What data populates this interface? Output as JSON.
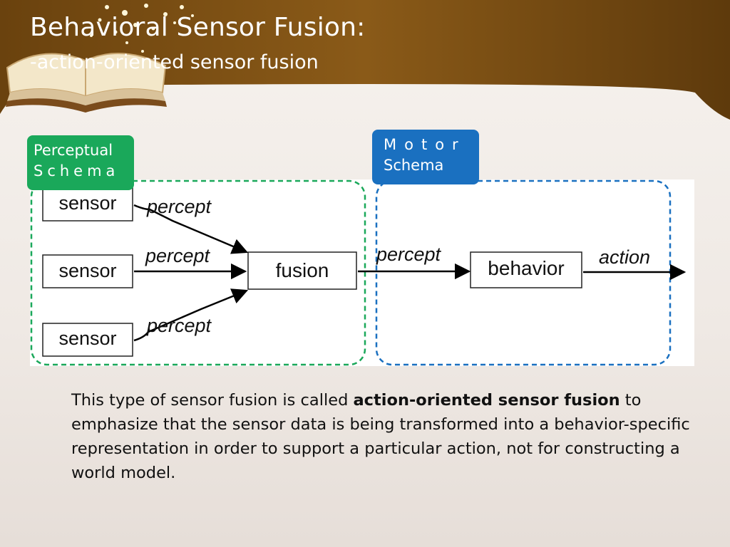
{
  "slide": {
    "title": "Behavioral Sensor Fusion:",
    "subtitle": "-action-oriented sensor fusion"
  },
  "schemas": {
    "perceptual": {
      "line1": "Perceptual",
      "line2": "Schema"
    },
    "motor": {
      "line1": "Motor",
      "line2": "Schema"
    }
  },
  "diagram": {
    "sensors": [
      "sensor",
      "sensor",
      "sensor"
    ],
    "percepts": [
      "percept",
      "percept",
      "percept",
      "percept"
    ],
    "fusion": "fusion",
    "behavior": "behavior",
    "action": "action"
  },
  "body": {
    "intro": "This type of sensor fusion is called ",
    "emphasis": "action-oriented sensor fusion",
    "rest": " to emphasize that the sensor data is being transformed into a behavior-specific representation in order to support a particular action, not for constructing a world model."
  },
  "colors": {
    "header_brown": "#7a4e14",
    "perceptual_green": "#1aa85a",
    "motor_blue": "#1a70c0"
  },
  "icons": [
    "open-book-icon"
  ]
}
